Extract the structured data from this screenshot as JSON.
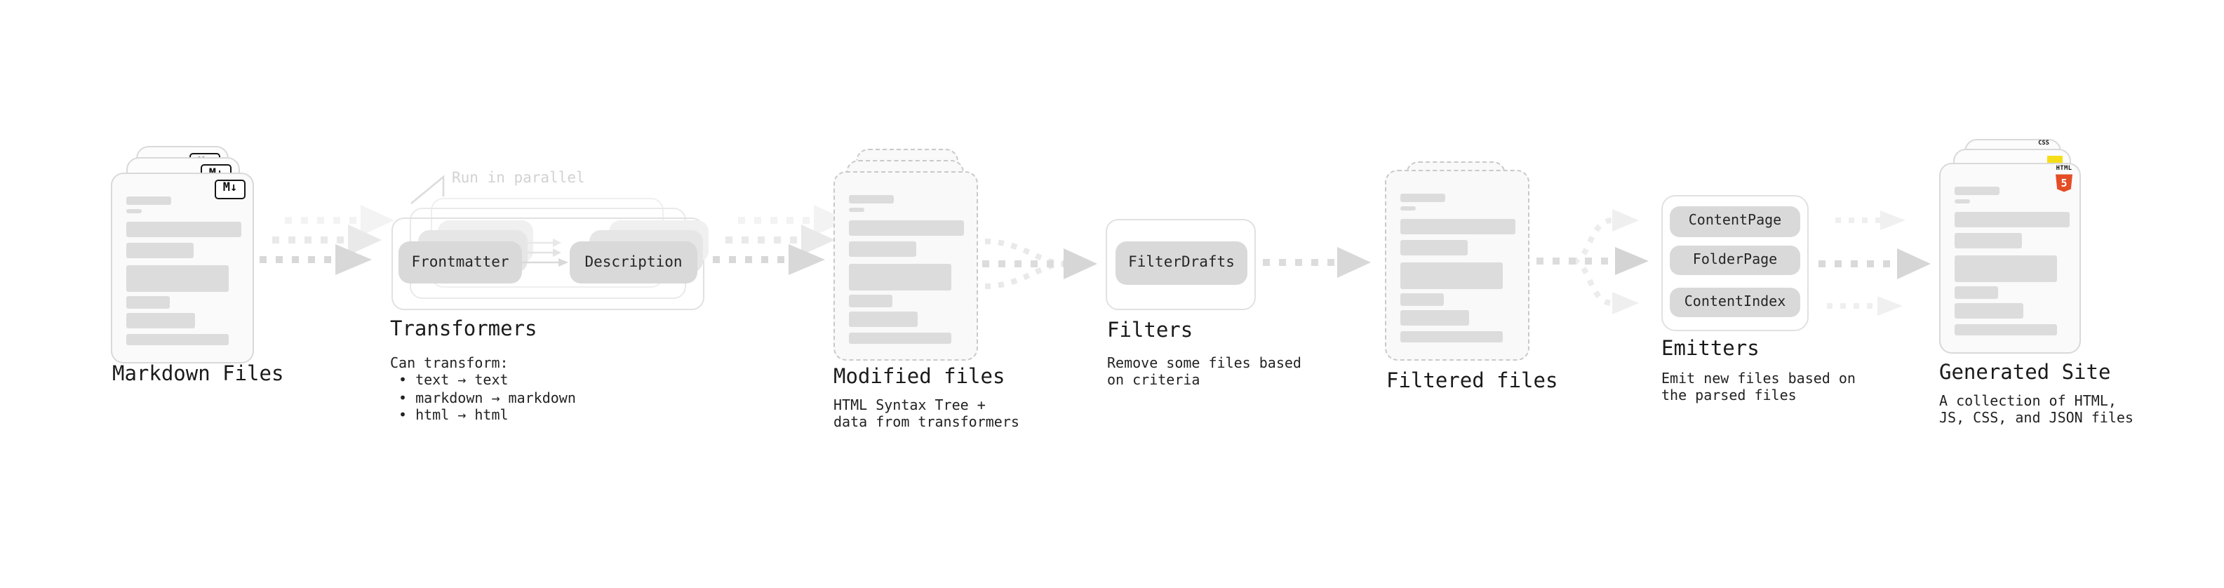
{
  "nodes": {
    "markdown_files": {
      "label": "Markdown Files",
      "badge_label": "M↓"
    },
    "transformers": {
      "label": "Transformers",
      "annotation": "Run in parallel",
      "pill_frontmatter": "Frontmatter",
      "pill_description": "Description",
      "caption_title": "Can transform:",
      "bullets": [
        "• text → text",
        "• markdown → markdown",
        "• html → html"
      ]
    },
    "modified_files": {
      "label": "Modified files",
      "caption_lines": [
        "HTML Syntax Tree +",
        "data from transformers"
      ]
    },
    "filters": {
      "label": "Filters",
      "pill_filterdrafts": "FilterDrafts",
      "caption_lines": [
        "Remove some files based",
        "on criteria"
      ]
    },
    "filtered_files": {
      "label": "Filtered files"
    },
    "emitters": {
      "label": "Emitters",
      "pills": [
        "ContentPage",
        "FolderPage",
        "ContentIndex"
      ],
      "caption_lines": [
        "Emit new files based on",
        "the parsed files"
      ]
    },
    "generated_site": {
      "label": "Generated Site",
      "css_badge": "CSS",
      "html_badge": "HTML",
      "html_badge_number": "5",
      "caption_lines": [
        "A collection of HTML,",
        "JS, CSS, and JSON files"
      ]
    }
  },
  "colors": {
    "background": "#ffffff",
    "card_border": "#d9d9d9",
    "dashed_border": "#c9c9c9",
    "skeleton_bar": "#dcdcdc",
    "pill_fill": "#d9d9d9",
    "arrow_gray": "#d8d8d8",
    "text": "#1b1b1b",
    "annotation_gray": "#d2d2d2",
    "html5_orange": "#e44d26",
    "js_yellow": "#f5de19",
    "css_blue": "#2965f1"
  },
  "skeleton_bars": [
    {
      "w": 32,
      "h": 6,
      "mt": 16
    },
    {
      "w": 11,
      "h": 3,
      "mt": 3
    },
    {
      "w": 82,
      "h": 11,
      "mt": 6
    },
    {
      "w": 48,
      "h": 11,
      "mt": 4
    },
    {
      "w": 73,
      "h": 19,
      "mt": 5
    },
    {
      "w": 31,
      "h": 9,
      "mt": 3
    },
    {
      "w": 49,
      "h": 11,
      "mt": 3
    },
    {
      "w": 73,
      "h": 8,
      "mt": 4
    }
  ]
}
